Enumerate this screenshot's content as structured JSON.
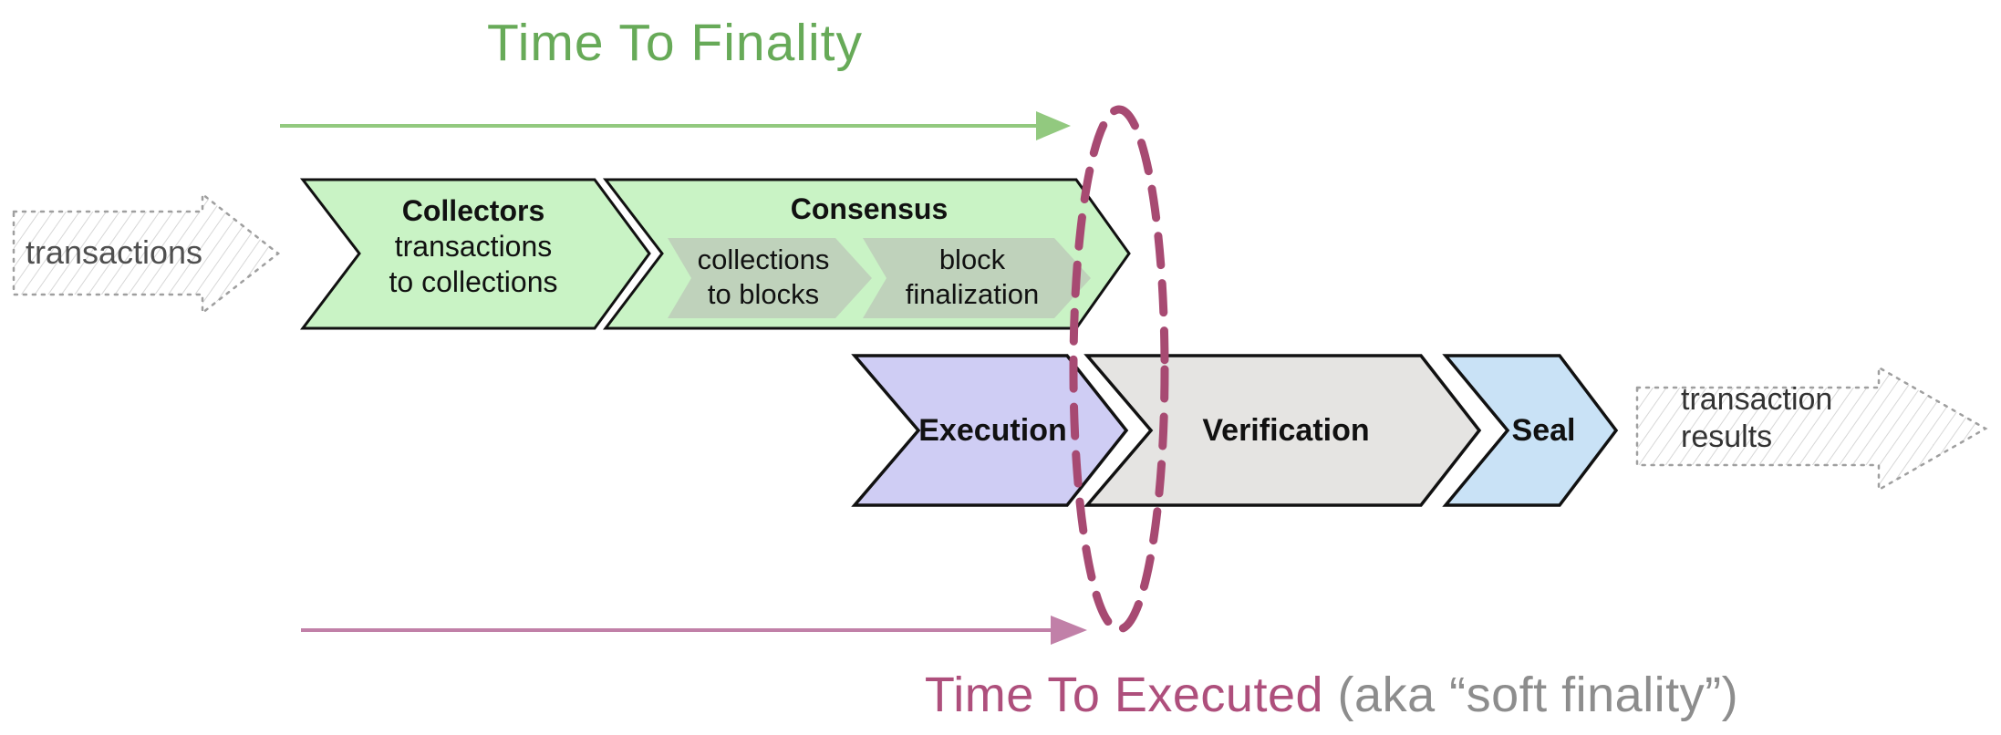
{
  "headers": {
    "time_to_finality": "Time To Finality",
    "time_to_executed": "Time To Executed",
    "soft_finality_note": " (aka “soft finality”)"
  },
  "input_arrow": {
    "label": "transactions"
  },
  "output_arrow": {
    "line1": "transaction",
    "line2": "results"
  },
  "pipeline": {
    "collectors": {
      "title": "Collectors",
      "line1": "transactions",
      "line2": "to collections"
    },
    "consensus": {
      "title": "Consensus",
      "collections_to_blocks": {
        "line1": "collections",
        "line2": "to blocks"
      },
      "block_finalization": {
        "line1": "block",
        "line2": "finalization"
      }
    },
    "execution": {
      "label": "Execution"
    },
    "verification": {
      "label": "Verification"
    },
    "seal": {
      "label": "Seal"
    }
  },
  "colors": {
    "outline": "#111111",
    "stage_green": "#c9f3c5",
    "sub_stage_green": "#bfd2bb",
    "execution_purple": "#cfcdf4",
    "verification_gray": "#e5e4e2",
    "seal_blue": "#c9e2f6",
    "finality_green": "#67aa58",
    "arrow_green": "#92c97f",
    "executed_pink": "#ae4f7c",
    "arrow_pink": "#c180a8",
    "ellipse_pink": "#a74a72",
    "note_gray": "#8d8d8d",
    "input_label_gray": "#4f4f4f",
    "output_label_dark": "#333333"
  }
}
